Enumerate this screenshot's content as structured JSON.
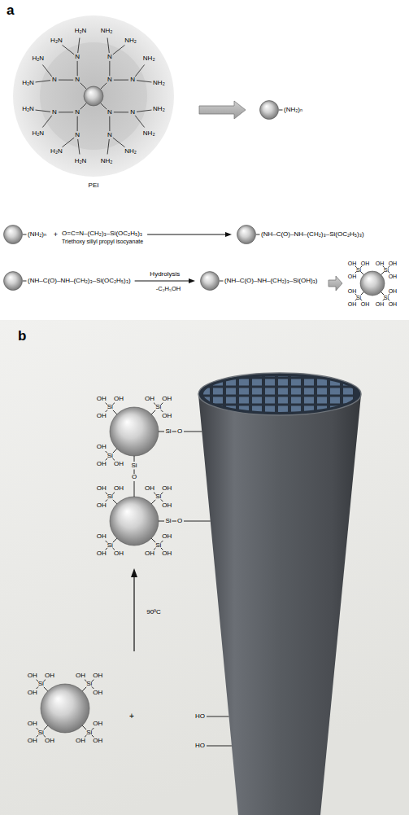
{
  "diagram": {
    "nodes": [
      {
        "text": [
          "PEI"
        ]
      },
      {
        "text": [
          "(NH₂)ₙ"
        ]
      },
      {
        "text": [
          "(NH₂)ₙ"
        ]
      },
      {
        "text": [
          "O=C=N–(CH₂)₃–Si(OC₂H₅)₃",
          "Triethoxy sillyl propyl isocyanate"
        ]
      },
      {
        "text": [
          "(NH–C(O)–NH–(CH₂)₃–Si(OC₂H₅)₃)"
        ]
      },
      {
        "text": [
          "(NH–C(O)–NH–(CH₂)₃–Si(OC₂H₅)₃)"
        ]
      },
      {
        "text": [
          "(NH–C(O)–NH–(CH₂)₃–Si(OH)₃)"
        ]
      }
    ],
    "edges": [
      {
        "from": 0,
        "to": 1,
        "arrow": "to"
      },
      {
        "from": 3,
        "to": 4,
        "arrow": "to"
      },
      {
        "from": 5,
        "to": 6,
        "arrow": "to",
        "label": "Hydrolysis"
      }
    ],
    "labels": [
      "a",
      "N",
      "N",
      "N",
      "N",
      "N",
      "N",
      "N",
      "N",
      "N",
      "N",
      "N",
      "N",
      "NH₂",
      "NH₂",
      "NH₂",
      "NH₂",
      "H₂N",
      "H₂N",
      "H₂N",
      "H₂N",
      "H₂N",
      "H₂N",
      "H₂N",
      "H₂N",
      "NH₂",
      "NH₂",
      "NH₂",
      "NH₂",
      "+",
      "-C₂H₅OH",
      "Si",
      "OH",
      "OH",
      "OH",
      "Si",
      "OH",
      "OH",
      "OH",
      "Si",
      "OH",
      "OH",
      "OH",
      "Si",
      "OH",
      "OH",
      "OH",
      "b",
      "Si",
      "OH",
      "OH",
      "OH",
      "Si",
      "OH",
      "OH",
      "OH",
      "Si",
      "OH",
      "OH",
      "OH",
      "Si",
      "O",
      "Si",
      "O",
      "Si",
      "OH",
      "OH",
      "OH",
      "Si",
      "OH",
      "OH",
      "OH",
      "Si",
      "OH",
      "OH",
      "OH",
      "Si",
      "OH",
      "OH",
      "OH",
      "Si",
      "O",
      "90ºC",
      "Si",
      "OH",
      "OH",
      "OH",
      "Si",
      "OH",
      "OH",
      "OH",
      "Si",
      "OH",
      "OH",
      "OH",
      "Si",
      "OH",
      "OH",
      "OH",
      "+",
      "HO",
      "HO"
    ]
  }
}
